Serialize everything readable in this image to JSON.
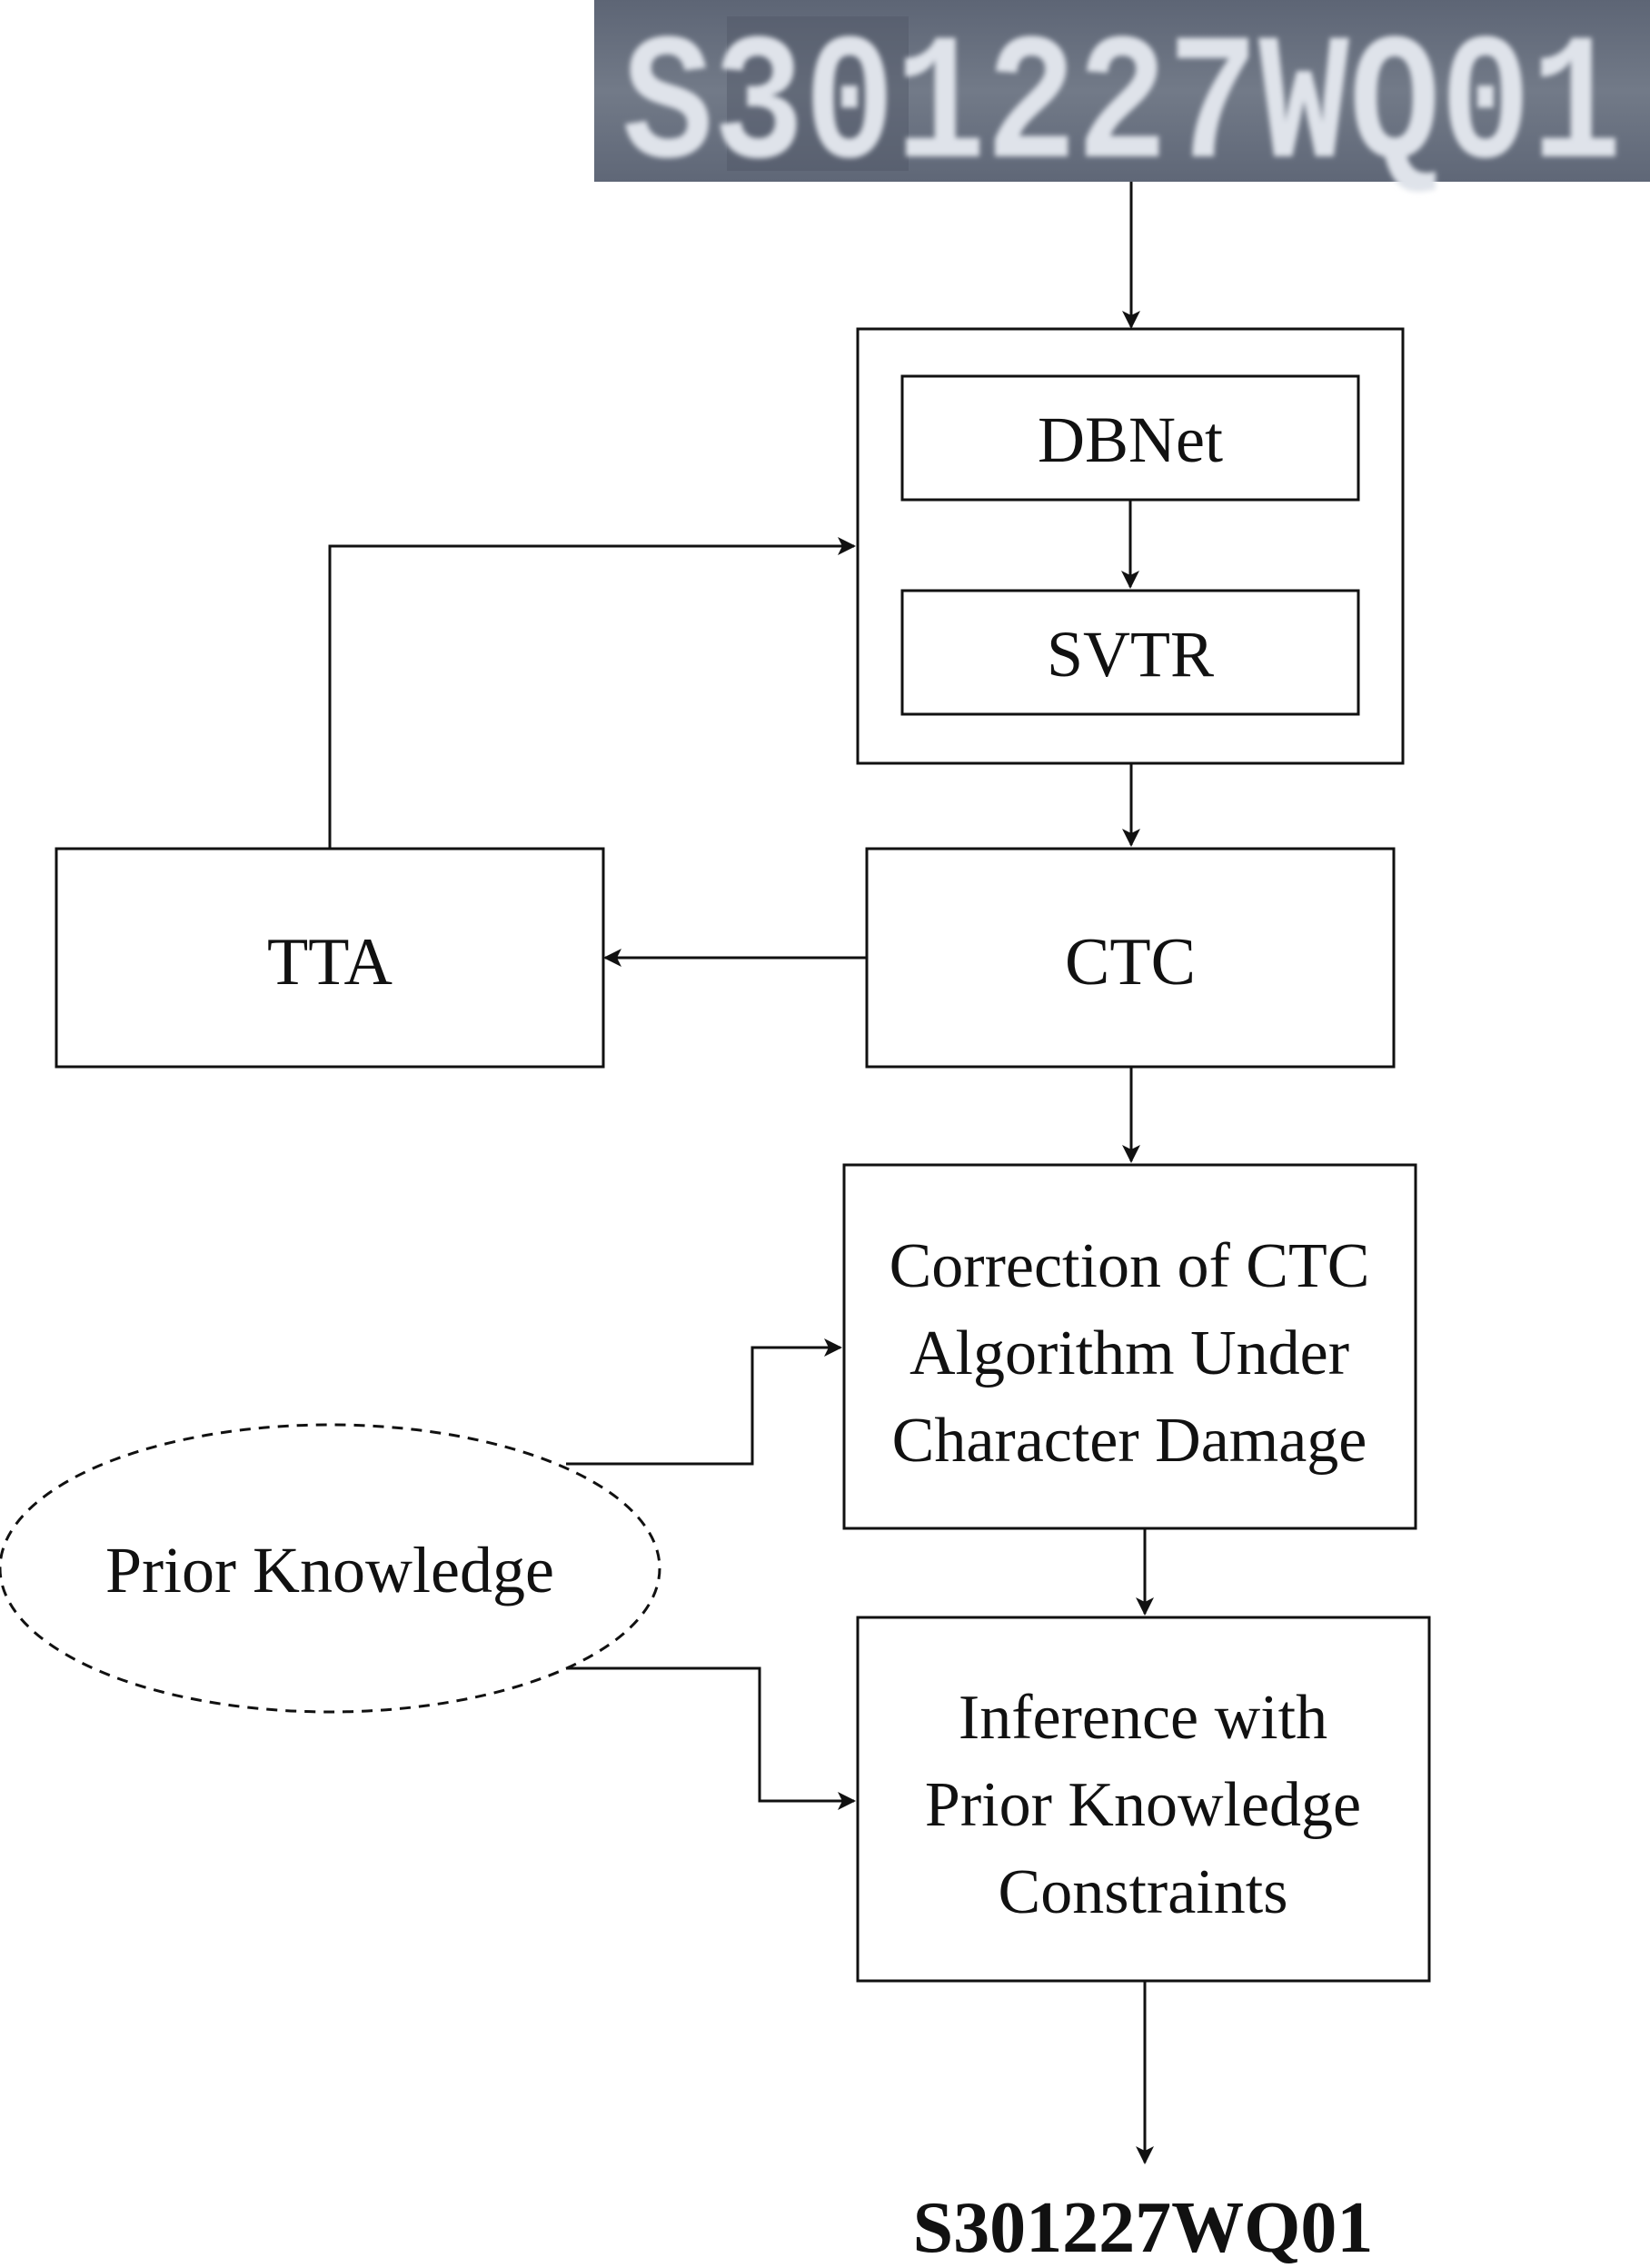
{
  "input_image": {
    "stamped_text": "S301227WQ01",
    "background_color": "#6c7482",
    "text_color": "#dfe3ea"
  },
  "nodes": {
    "dbnet": "DBNet",
    "svtr": "SVTR",
    "ctc": "CTC",
    "tta": "TTA",
    "correction": {
      "line1": "Correction of CTC",
      "line2": "Algorithm Under",
      "line3": "Character Damage"
    },
    "prior_knowledge": "Prior Knowledge",
    "inference": {
      "line1": "Inference with",
      "line2": "Prior Knowledge",
      "line3": "Constraints"
    }
  },
  "output": {
    "text": "S301227WQ01"
  },
  "colors": {
    "stroke": "#111111",
    "background": "#ffffff"
  }
}
